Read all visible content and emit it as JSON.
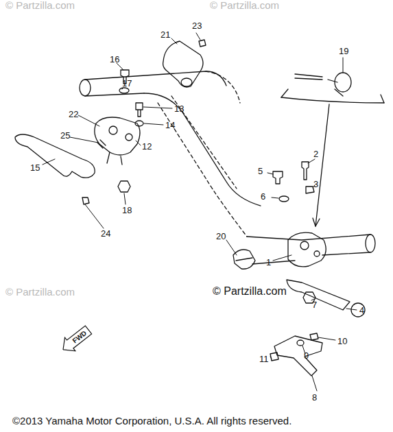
{
  "diagram": {
    "nodes": [
      {
        "text": [
          "FWD"
        ]
      }
    ],
    "labels": [
      "1",
      "2",
      "3",
      "4",
      "5",
      "6",
      "7",
      "8",
      "9",
      "10",
      "11",
      "12",
      "13",
      "14",
      "15",
      "16",
      "17",
      "18",
      "19",
      "20",
      "21",
      "22",
      "23",
      "24",
      "25",
      "© Partzilla.com",
      "© Partzilla.com",
      "© Partzilla.com",
      "© Partzilla.com",
      "©2013 Yamaha Motor Corporation, U.S.A. All rights reserved."
    ]
  }
}
